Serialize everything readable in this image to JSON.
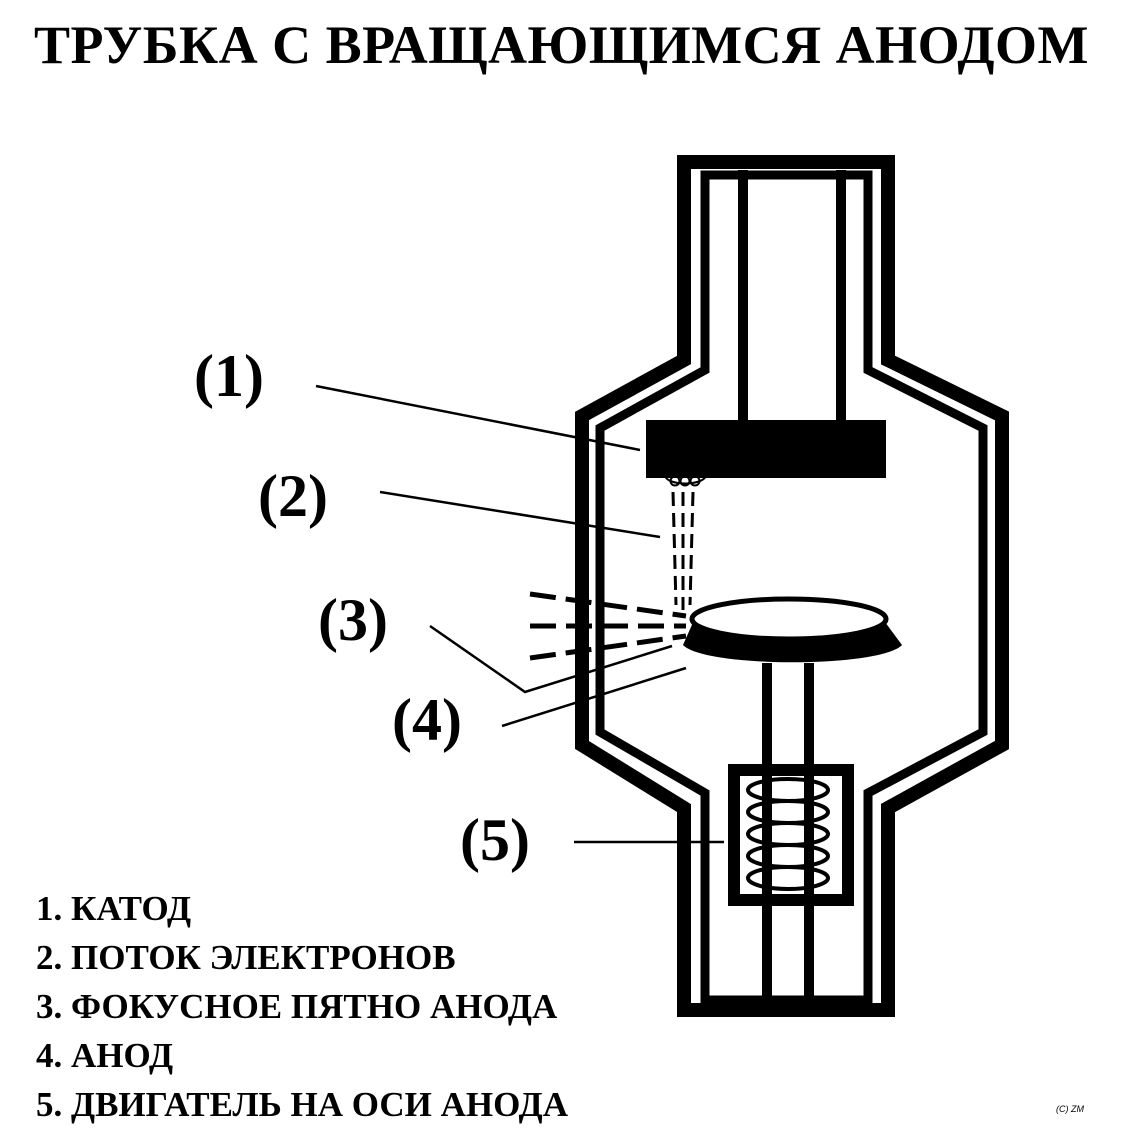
{
  "title": "ТРУБКА С ВРАЩАЮЩИМСЯ АНОДОМ",
  "callouts": {
    "c1": "(1)",
    "c2": "(2)",
    "c3": "(3)",
    "c4": "(4)",
    "c5": "(5)"
  },
  "legend": [
    "1. КАТОД",
    "2. ПОТОК ЭЛЕКТРОНОВ",
    "3. ФОКУСНОЕ ПЯТНО АНОДА",
    "4. АНОД",
    "5. ДВИГАТЕЛЬ НА ОСИ АНОДА"
  ],
  "copyright": "(C) ZM"
}
